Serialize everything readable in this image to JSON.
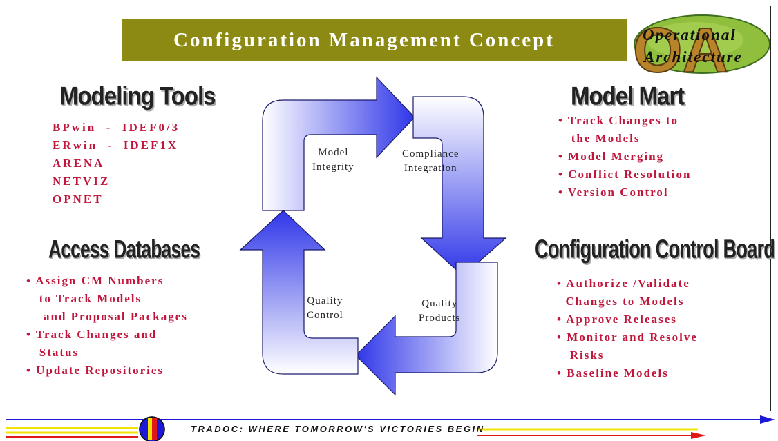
{
  "title": "Configuration Management Concept",
  "logo": {
    "line1": "Operational",
    "line2": "Architecture",
    "mark": "OA"
  },
  "modeling_tools": {
    "heading": "Modeling Tools",
    "items": [
      "BPwin  -  IDEF0/3",
      "ERwin  -  IDEF1X",
      "ARENA",
      "NETVIZ",
      "OPNET"
    ]
  },
  "model_mart": {
    "heading": "Model Mart",
    "items": [
      "• Track Changes to",
      "   the Models",
      "• Model Merging",
      "• Conflict Resolution",
      "• Version Control"
    ]
  },
  "access_databases": {
    "heading": "Access Databases",
    "items": [
      "• Assign CM Numbers",
      "   to Track Models",
      "    and Proposal Packages",
      "• Track Changes and",
      "   Status",
      "• Update Repositories"
    ]
  },
  "ccb": {
    "heading": "Configuration Control Board",
    "items": [
      "• Authorize /Validate",
      "  Changes to Models",
      "• Approve Releases",
      "• Monitor and Resolve",
      "   Risks",
      "• Baseline Models"
    ]
  },
  "cycle": {
    "model_integrity": [
      "Model",
      "Integrity"
    ],
    "compliance_integration": [
      "Compliance",
      "Integration"
    ],
    "quality_control": [
      "Quality",
      "Control"
    ],
    "quality_products": [
      "Quality",
      "Products"
    ]
  },
  "footer": {
    "slogan": "TRADOC:  WHERE TOMORROW'S VICTORIES BEGIN"
  },
  "colors": {
    "title_bg": "#8c8a12",
    "list_text": "#c0163c",
    "arrow_dark": "#2f36e8",
    "footer_blue": "#1a1ad8",
    "footer_red": "#e01818",
    "footer_yellow": "#f2e400"
  }
}
